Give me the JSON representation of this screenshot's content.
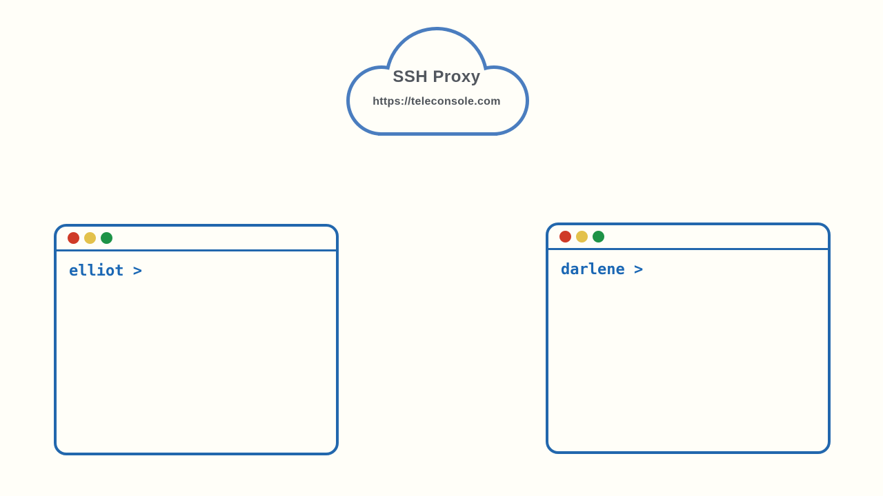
{
  "cloud": {
    "title": "SSH Proxy",
    "url": "https://teleconsole.com"
  },
  "terminals": [
    {
      "prompt": "elliot >"
    },
    {
      "prompt": "darlene >"
    }
  ],
  "colors": {
    "background": "#fffef8",
    "cloud_stroke": "#4a7dbf",
    "cloud_text": "#52575e",
    "window_border": "#2267ad",
    "prompt_text": "#1a67b4",
    "traffic_red": "#cf3a27",
    "traffic_yellow": "#e3c14b",
    "traffic_green": "#1e9347"
  }
}
